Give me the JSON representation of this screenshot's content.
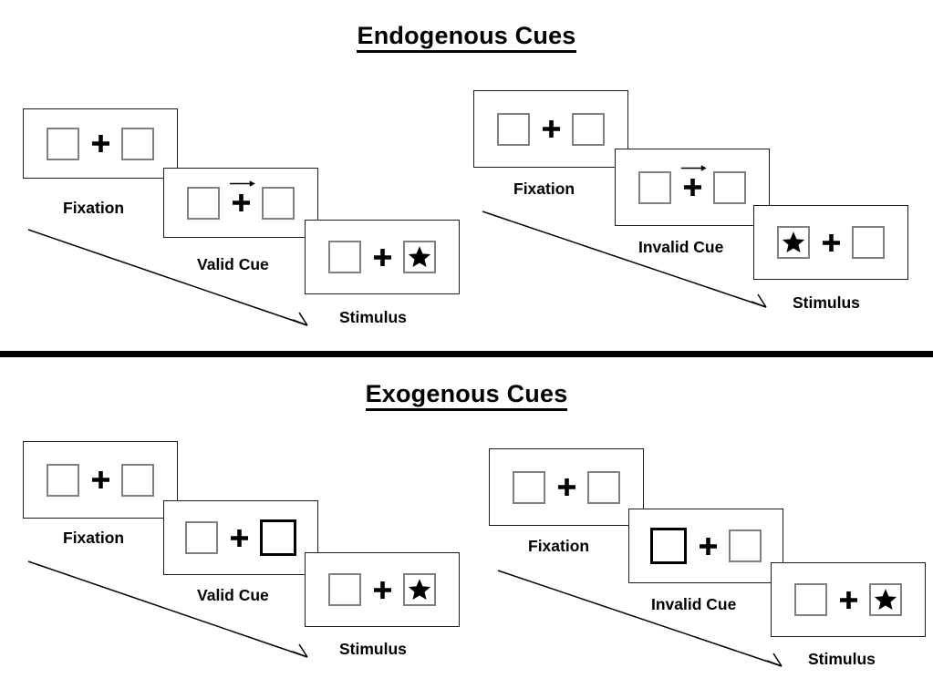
{
  "figure": {
    "title_top": "Endogenous Cues",
    "title_bottom": "Exogenous Cues"
  },
  "sections": [
    {
      "id": "endogenous",
      "title": "Endogenous Cues",
      "sequences": [
        {
          "id": "endogenous-valid",
          "panels": [
            {
              "caption": "Fixation",
              "cue_icon": "none",
              "left_box": "empty",
              "right_box": "empty"
            },
            {
              "caption": "Valid Cue",
              "cue_icon": "arrow-right",
              "left_box": "empty",
              "right_box": "empty"
            },
            {
              "caption": "Stimulus",
              "cue_icon": "none",
              "left_box": "empty",
              "right_box": "star"
            }
          ]
        },
        {
          "id": "endogenous-invalid",
          "panels": [
            {
              "caption": "Fixation",
              "cue_icon": "none",
              "left_box": "empty",
              "right_box": "empty"
            },
            {
              "caption": "Invalid Cue",
              "cue_icon": "arrow-right",
              "left_box": "empty",
              "right_box": "empty"
            },
            {
              "caption": "Stimulus",
              "cue_icon": "none",
              "left_box": "star",
              "right_box": "empty"
            }
          ]
        }
      ]
    },
    {
      "id": "exogenous",
      "title": "Exogenous Cues",
      "sequences": [
        {
          "id": "exogenous-valid",
          "panels": [
            {
              "caption": "Fixation",
              "cue_icon": "none",
              "left_box": "empty",
              "right_box": "empty"
            },
            {
              "caption": "Valid Cue",
              "cue_icon": "none",
              "left_box": "empty",
              "right_box": "highlighted"
            },
            {
              "caption": "Stimulus",
              "cue_icon": "none",
              "left_box": "empty",
              "right_box": "star"
            }
          ]
        },
        {
          "id": "exogenous-invalid",
          "panels": [
            {
              "caption": "Fixation",
              "cue_icon": "none",
              "left_box": "empty",
              "right_box": "empty"
            },
            {
              "caption": "Invalid Cue",
              "cue_icon": "none",
              "left_box": "highlighted",
              "right_box": "empty"
            },
            {
              "caption": "Stimulus",
              "cue_icon": "none",
              "left_box": "empty",
              "right_box": "star"
            }
          ]
        }
      ]
    }
  ],
  "icons": {
    "plus": "fixation-cross",
    "star": "target-star",
    "arrow": "arrow-right-icon",
    "flow": "time-flow-arrow"
  },
  "colors": {
    "box_border": "#808080",
    "cued_box_border": "#000000",
    "panel_border": "#1a1a1a",
    "ink": "#000000",
    "background": "#ffffff"
  }
}
